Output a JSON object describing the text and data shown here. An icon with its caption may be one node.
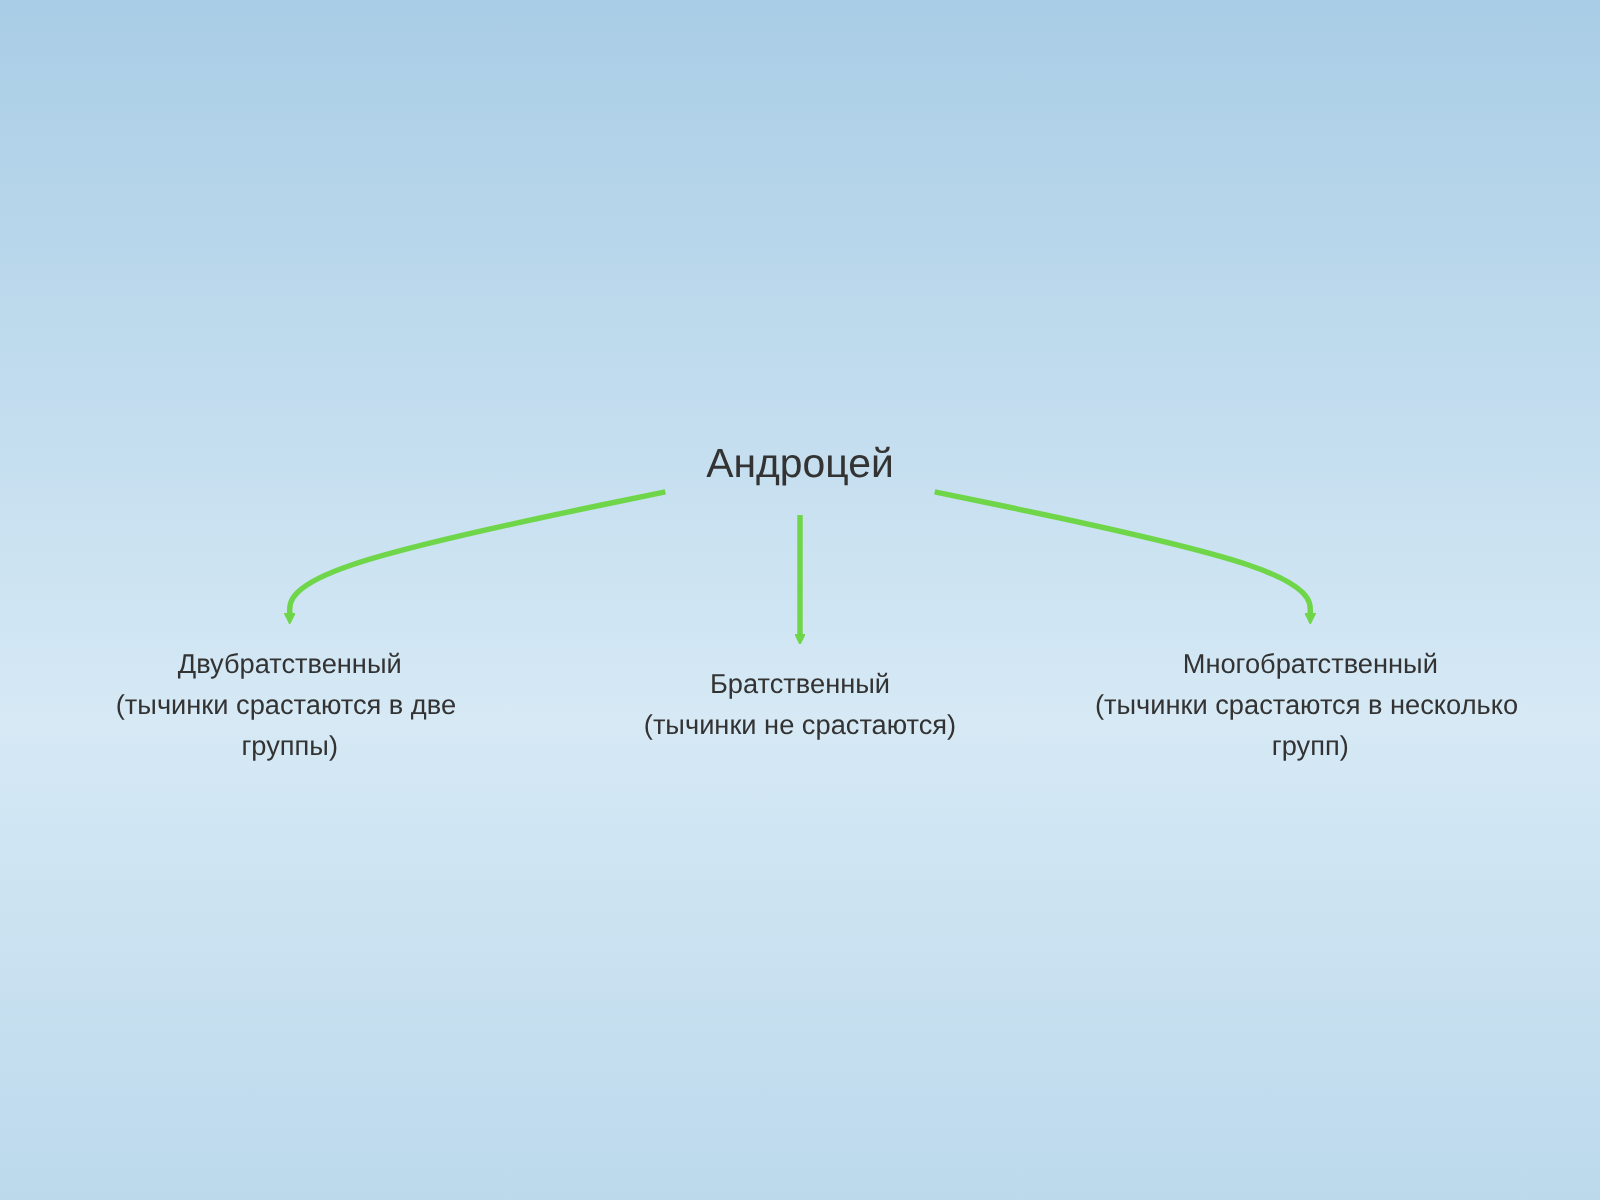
{
  "diagram": {
    "nodes": [
      {
        "text": [
          "Андроцей"
        ]
      },
      {
        "text": [
          "Двубратственный",
          "(тычинки срастаются в две группы)"
        ]
      },
      {
        "text": [
          "Многобратственный",
          "(тычинки срастаются в несколько групп)"
        ]
      },
      {
        "text": [
          "Братственный",
          "(тычинки не срастаются)"
        ]
      }
    ],
    "edges": [
      {
        "from": 0,
        "to": 1,
        "arrow": "to"
      },
      {
        "from": 0,
        "to": 3,
        "arrow": "to"
      },
      {
        "from": 0,
        "to": 2,
        "arrow": "to"
      }
    ]
  }
}
